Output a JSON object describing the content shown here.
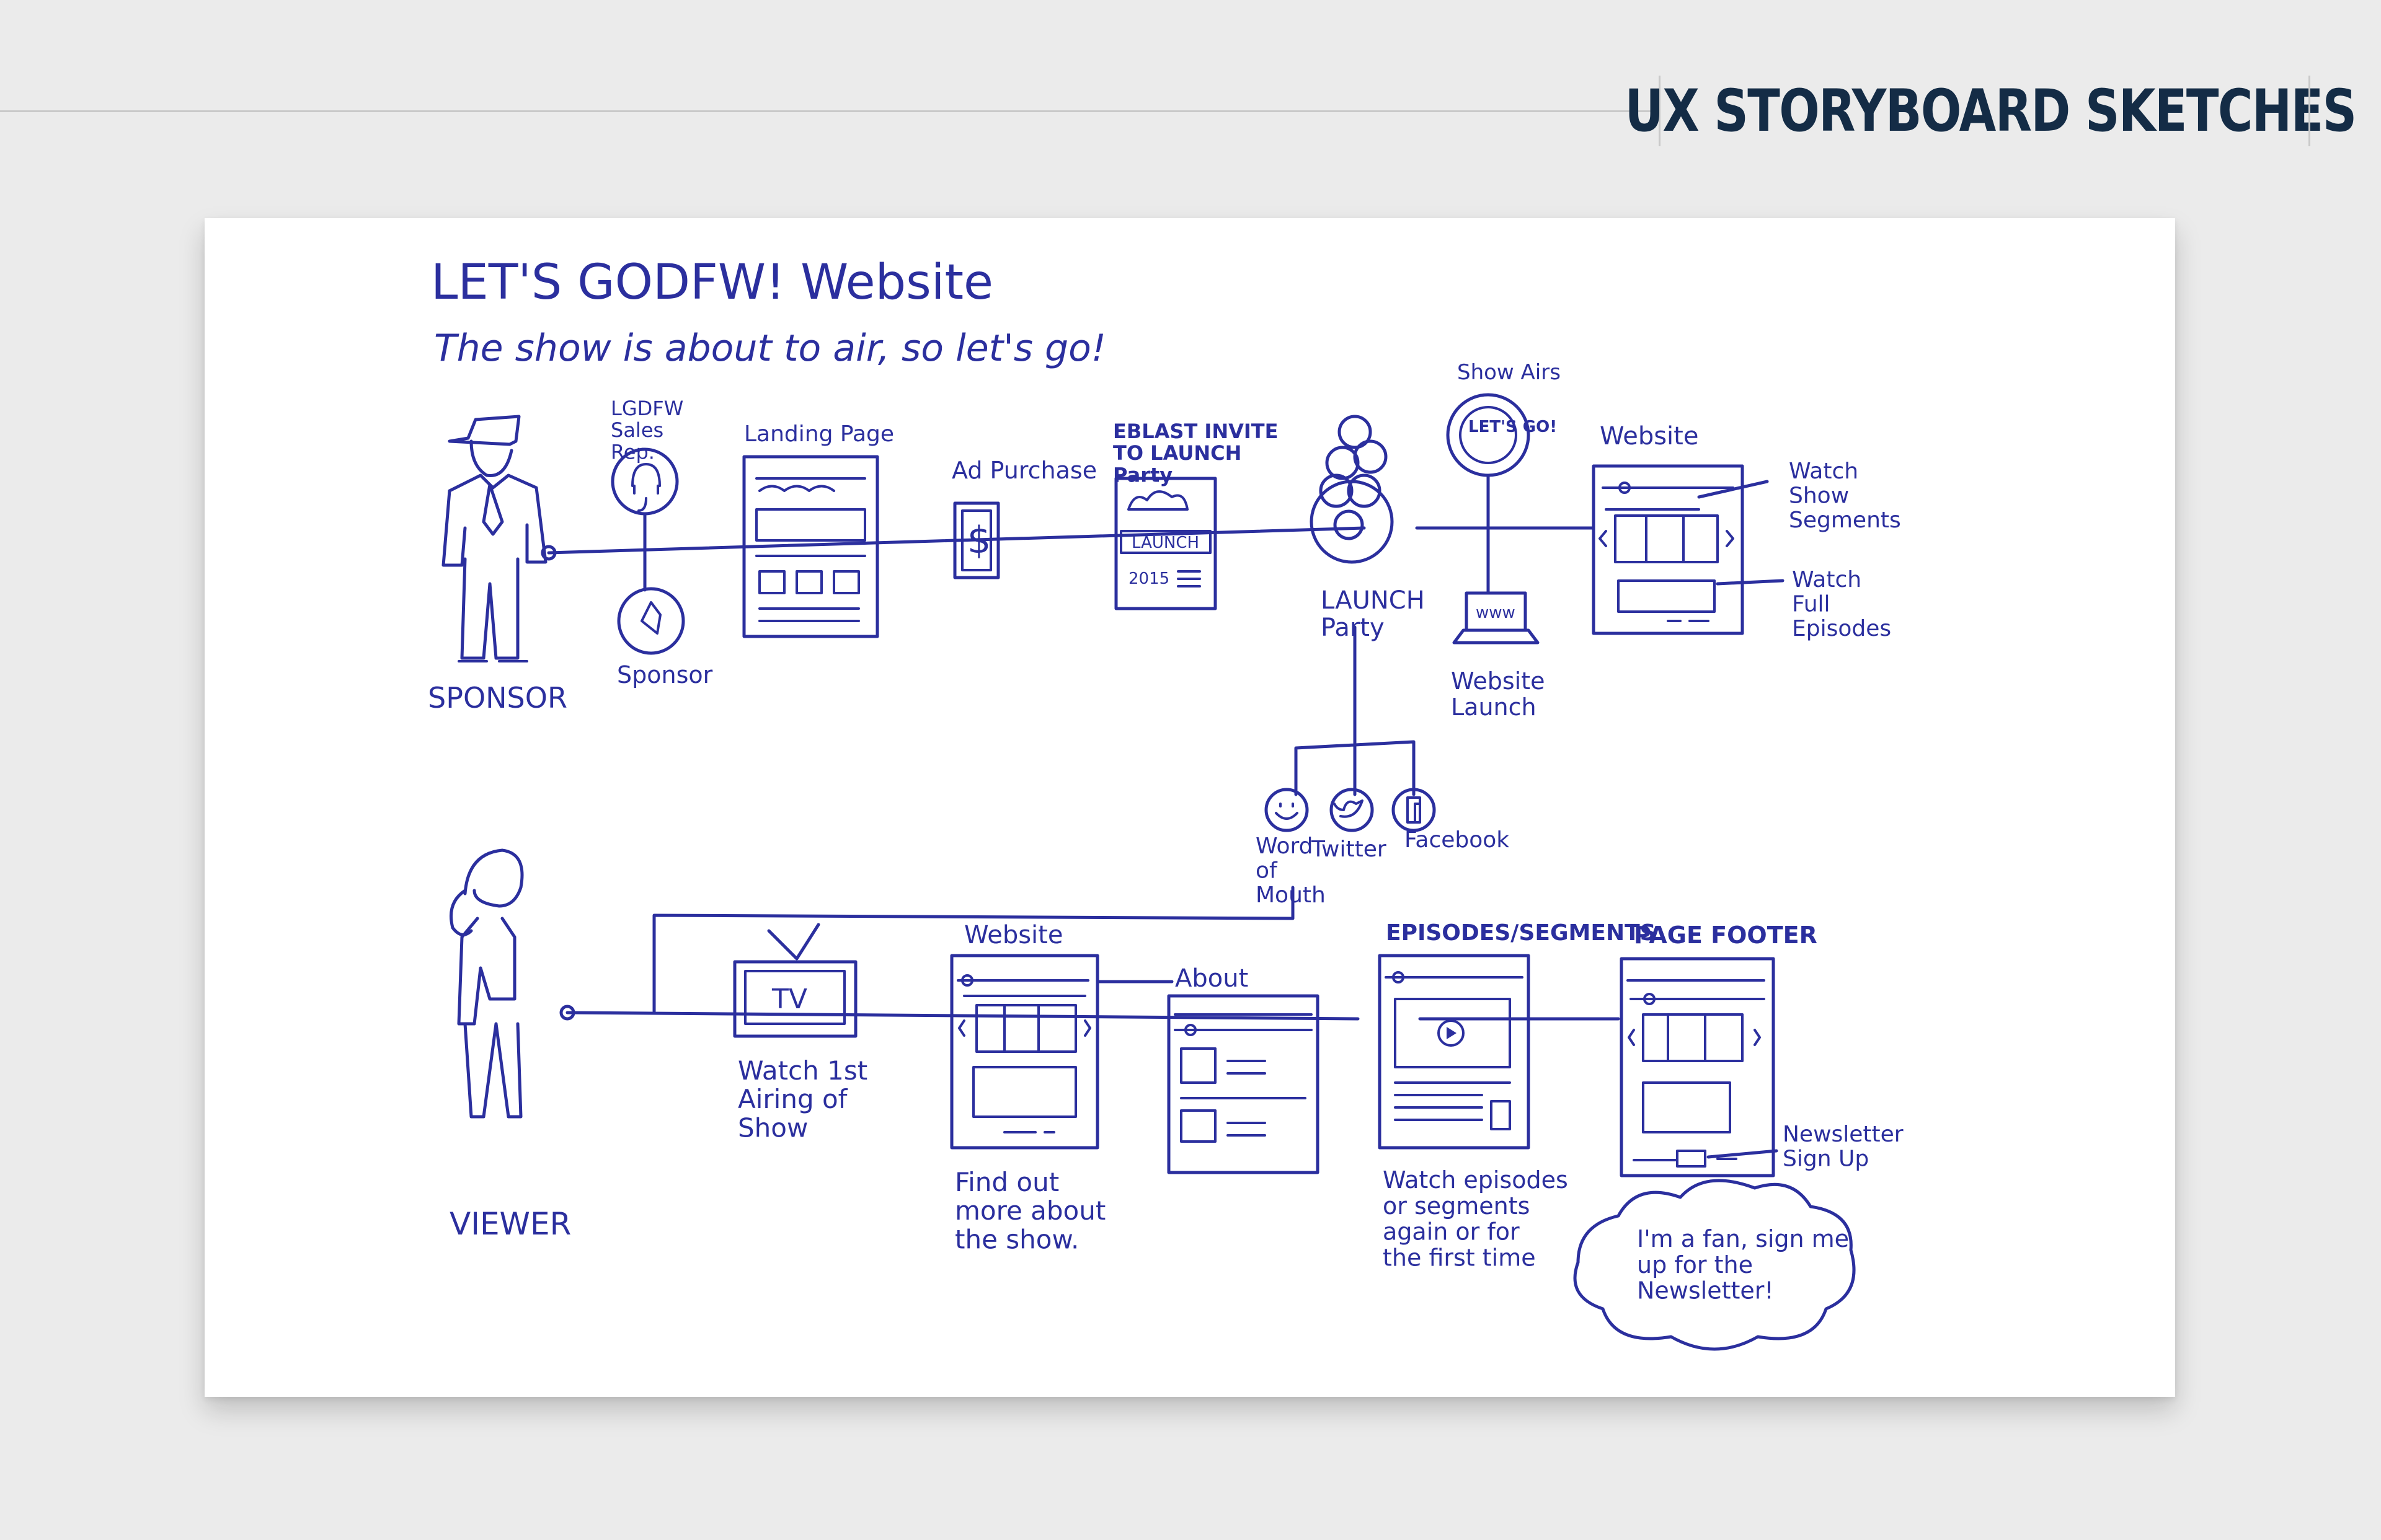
{
  "header": {
    "title": "UX STORYBOARD SKETCHES"
  },
  "sketch": {
    "title": "LET'S GODFW! Website",
    "subtitle": "The show is about to air, so let's go!",
    "sponsor_flow": {
      "actor": "SPONSOR",
      "sales_rep": "LGDFW Sales Rep.",
      "sponsor_node": "Sponsor",
      "landing_page": "Landing Page",
      "ad_purchase": "Ad Purchase",
      "eblast": "EBLAST INVITE TO LAUNCH Party",
      "eblast_screen_label": "LAUNCH",
      "eblast_year": "2015",
      "launch_party": "LAUNCH Party",
      "show_airs": "Show Airs",
      "badge_text": "LET'S GO!",
      "website_launch": "Website Launch",
      "laptop_text": "www",
      "website": "Website",
      "watch_segments": "Watch Show Segments",
      "watch_episodes": "Watch Full Episodes"
    },
    "social": {
      "word_of_mouth": "Word of Mouth",
      "twitter": "Twitter",
      "facebook": "Facebook"
    },
    "viewer_flow": {
      "actor": "VIEWER",
      "tv_text": "TV",
      "watch_airing": "Watch 1st Airing of Show",
      "website": "Website",
      "find_out_more": "Find out more about the show.",
      "about": "About",
      "episodes_segments": "EPISODES/SEGMENTS",
      "watch_again": "Watch episodes or segments again or for the first time",
      "page_footer": "PAGE FOOTER",
      "newsletter": "Newsletter Sign Up",
      "fan_bubble": "I'm a fan, sign me up for the Newsletter!"
    }
  }
}
